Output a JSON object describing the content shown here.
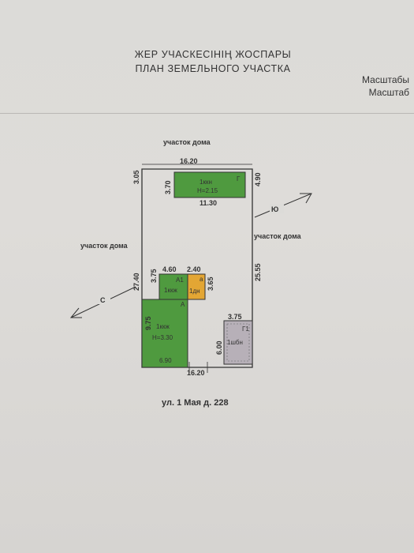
{
  "header": {
    "title_kz": "ЖЕР УЧАСКЕСІНІҢ ЖОСПАРЫ",
    "title_ru": "ПЛАН ЗЕМЕЛЬНОГО УЧАСТКА",
    "scale_kz": "Масштабы",
    "scale_ru": "Масштаб"
  },
  "neighbors": {
    "top": "участок дома",
    "left": "участок дома",
    "right": "участок дома"
  },
  "directions": {
    "north": "С",
    "south": "Ю"
  },
  "dimensions": {
    "top_width": "16.20",
    "bottom_width": "16.20",
    "left_top": "3.05",
    "left_length": "27.40",
    "right_top": "4.90",
    "right_length": "25.55",
    "g_width": "11.30",
    "g_height": "3.70",
    "a1_width": "4.60",
    "a_height": "3.75",
    "small_width": "2.40",
    "small_height": "3.65",
    "main_height": "9.75",
    "main_width": "6.90",
    "g1_width": "3.75",
    "g1_height": "6.00"
  },
  "buildings": {
    "g": {
      "letter": "Г",
      "label": "1ккн",
      "height": "Н=2.15"
    },
    "a1": {
      "letter": "А1",
      "label": "1ккж"
    },
    "a": {
      "letter": "а",
      "label": "1дн"
    },
    "main": {
      "letter": "А",
      "label": "1ккж",
      "height": "Н=3.30"
    },
    "g1": {
      "letter": "Г1",
      "label": "1шбн"
    }
  },
  "address": "ул. 1 Мая д. 228",
  "colors": {
    "green": "#4f9a3f",
    "orange": "#e3a634",
    "gray": "#b7b0b8",
    "line": "#333333"
  }
}
